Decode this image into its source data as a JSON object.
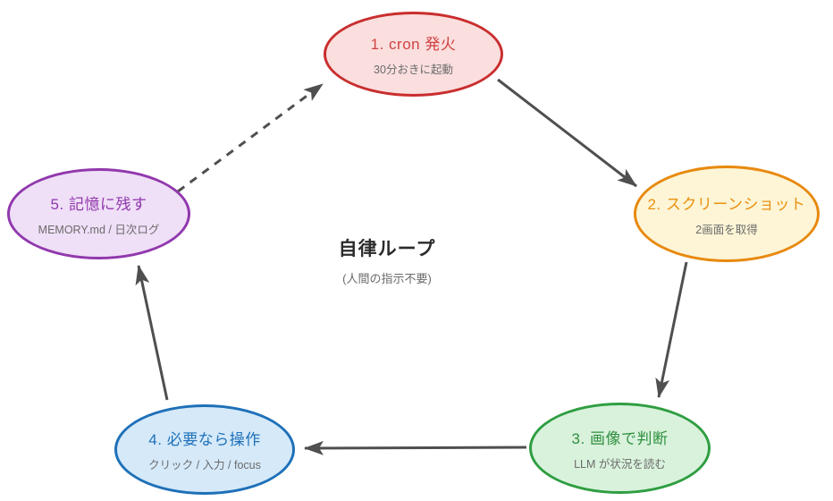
{
  "diagram": {
    "center": {
      "title": "自律ループ",
      "subtitle": "(人間の指示不要)"
    },
    "nodes": [
      {
        "id": "cron",
        "title": "1. cron 発火",
        "subtitle": "30分おきに起動",
        "colors": {
          "border": "#c92e2e",
          "fill": "#fbdede",
          "title": "#d04343"
        }
      },
      {
        "id": "screenshot",
        "title": "2. スクリーンショット",
        "subtitle": "2画面を取得",
        "colors": {
          "border": "#e8890e",
          "fill": "#fdf5d6",
          "title": "#ea9110"
        }
      },
      {
        "id": "judge",
        "title": "3. 画像で判断",
        "subtitle": "LLM が状況を読む",
        "colors": {
          "border": "#2f9e41",
          "fill": "#d9f2dc",
          "title": "#2f8f3f"
        }
      },
      {
        "id": "operate",
        "title": "4. 必要なら操作",
        "subtitle": "クリック / 入力 / focus",
        "colors": {
          "border": "#1e70b8",
          "fill": "#d5e9f9",
          "title": "#1e70b8"
        }
      },
      {
        "id": "memory",
        "title": "5. 記憶に残す",
        "subtitle": "MEMORY.md / 日次ログ",
        "colors": {
          "border": "#9138ad",
          "fill": "#efdff7",
          "title": "#9138ad"
        }
      }
    ],
    "edges": [
      {
        "from": "cron",
        "to": "screenshot",
        "style": "solid"
      },
      {
        "from": "screenshot",
        "to": "judge",
        "style": "solid"
      },
      {
        "from": "judge",
        "to": "operate",
        "style": "solid"
      },
      {
        "from": "operate",
        "to": "memory",
        "style": "solid"
      },
      {
        "from": "memory",
        "to": "cron",
        "style": "dashed"
      }
    ],
    "colors": {
      "arrow": "#4f4f4f",
      "subtitle_text": "#6b6b6b",
      "background": "#ffffff"
    }
  }
}
